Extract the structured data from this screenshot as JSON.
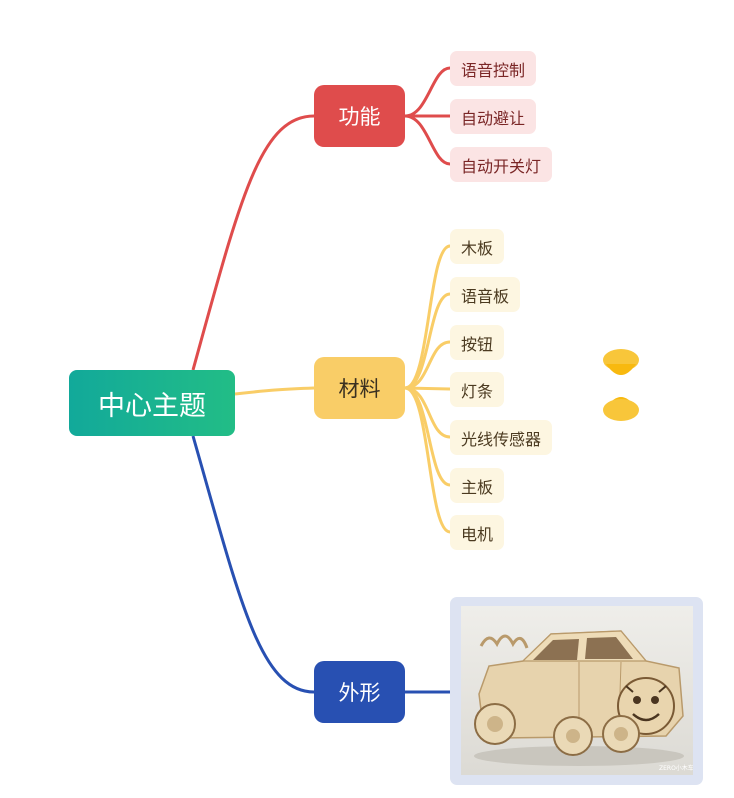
{
  "root": {
    "label": "中心主题"
  },
  "branches": [
    {
      "label": "功能",
      "color": "#df4c4c",
      "children": [
        "语音控制",
        "自动避让",
        "自动开关灯"
      ]
    },
    {
      "label": "材料",
      "color": "#f9cd67",
      "children": [
        "木板",
        "语音板",
        "按钮",
        "灯条",
        "光线传感器",
        "主板",
        "电机"
      ]
    },
    {
      "label": "外形",
      "color": "#2850b2",
      "children": []
    }
  ],
  "image": {
    "subject": "laser-cut wooden toy car",
    "watermark": "ZERO小木车"
  },
  "decoration": {
    "icon": "hourglass-icon",
    "color": "#f8b90f"
  }
}
